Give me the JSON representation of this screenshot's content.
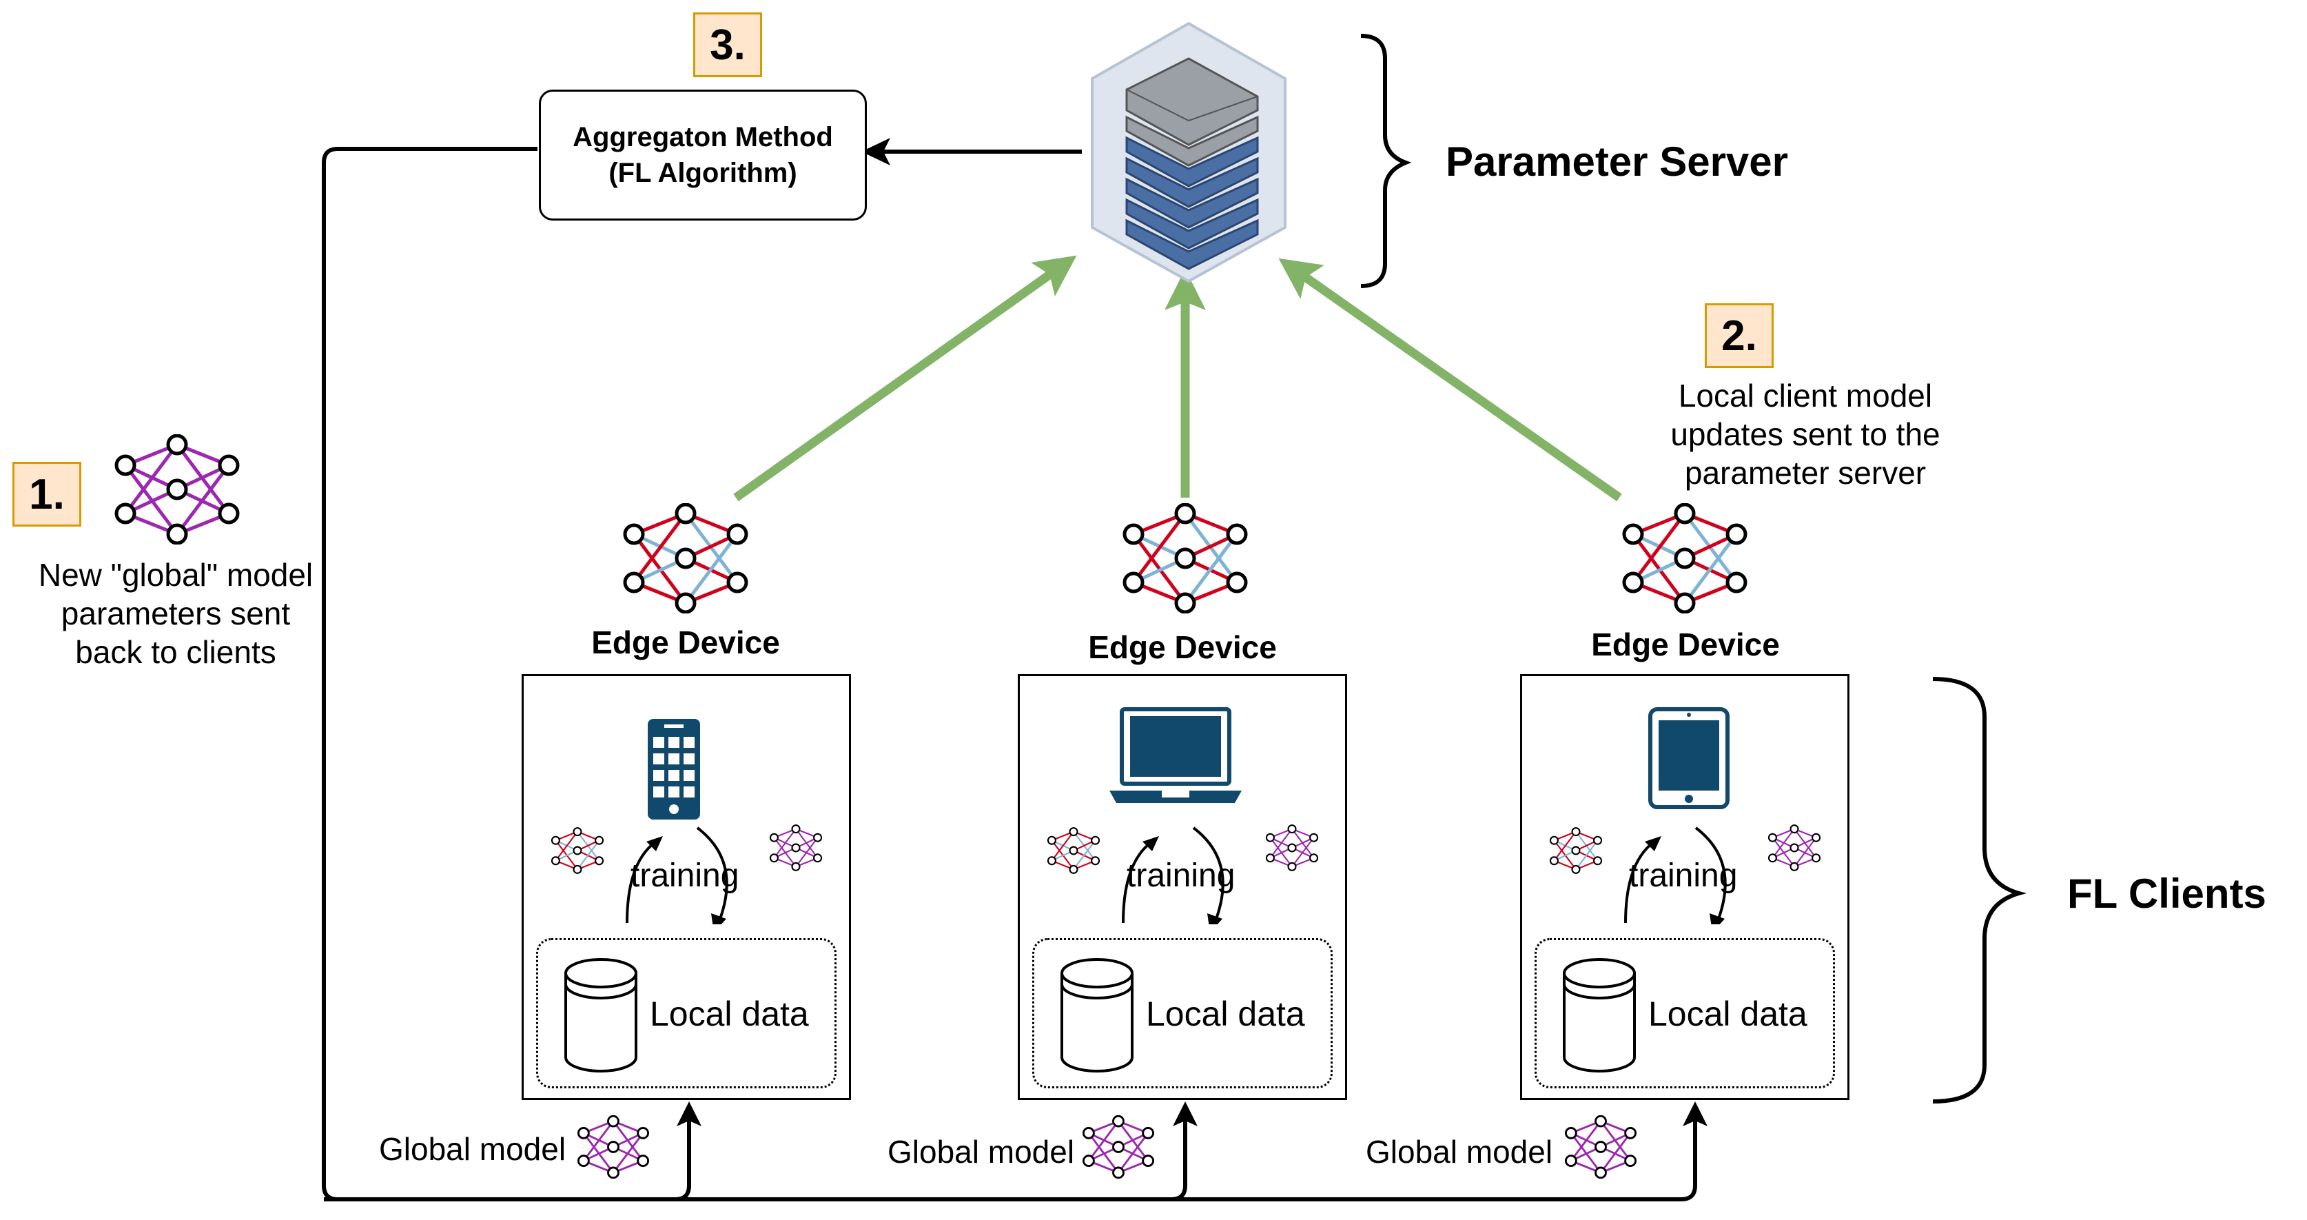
{
  "server": {
    "label": "Parameter Server",
    "aggregation_line1": "Aggregaton Method",
    "aggregation_line2": "(FL Algorithm)"
  },
  "steps": {
    "step1": {
      "badge": "1.",
      "lines": [
        "New \"global\" model",
        "parameters sent",
        "back to clients"
      ]
    },
    "step2": {
      "badge": "2.",
      "lines": [
        "Local client model",
        "updates sent to the",
        "parameter server"
      ]
    },
    "step3": {
      "badge": "3."
    }
  },
  "clients_label": "FL Clients",
  "devices": [
    {
      "title": "Edge Device",
      "icon": "smartphone-icon",
      "training": "training",
      "local_data": "Local data",
      "global_model": "Global model"
    },
    {
      "title": "Edge Device",
      "icon": "laptop-icon",
      "training": "training",
      "local_data": "Local data",
      "global_model": "Global model"
    },
    {
      "title": "Edge Device",
      "icon": "tablet-icon",
      "training": "training",
      "local_data": "Local data",
      "global_model": "Global model"
    }
  ],
  "colors": {
    "green_arrow": "#82b366",
    "badge_fill": "#ffe6cc",
    "badge_border": "#d79b00",
    "device_blue": "#10496b",
    "global_net": "#9c27b0",
    "local_net_red": "#d0021b",
    "local_net_blue": "#7fb3d5",
    "server_blue": "#4a6fa5",
    "server_gray": "#9aa0a6"
  }
}
